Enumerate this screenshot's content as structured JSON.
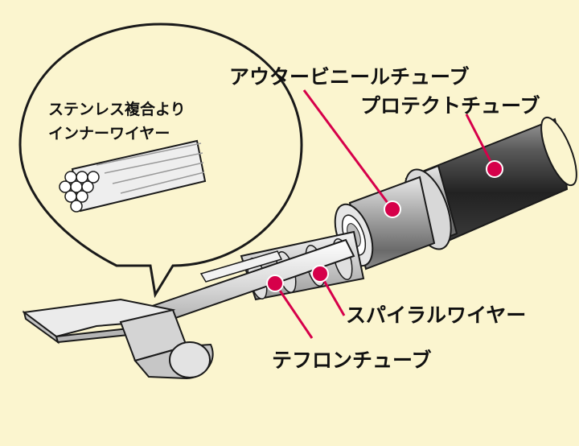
{
  "colors": {
    "background": "#fbf5cf",
    "marker": "#d6004a",
    "outline": "#1a1a1a"
  },
  "labels": {
    "outer_vinyl_tube": "アウタービニールチューブ",
    "protect_tube": "プロテクトチューブ",
    "spiral_wire": "スパイラルワイヤー",
    "teflon_tube": "テフロンチューブ"
  },
  "callout": {
    "line1": "ステンレス複合より",
    "line2": "インナーワイヤー"
  }
}
